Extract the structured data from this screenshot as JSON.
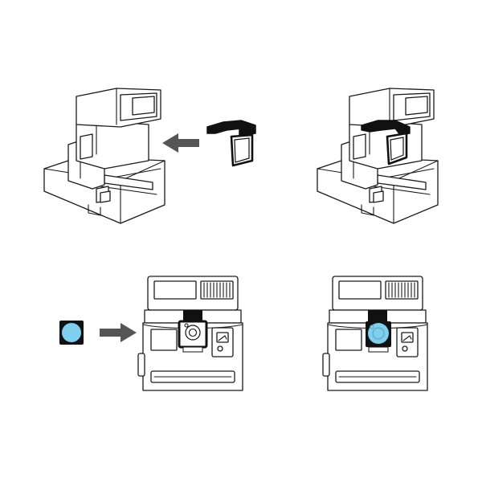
{
  "colors": {
    "background": "#ffffff",
    "line": "#1a1a1a",
    "arrow": "#555555",
    "filter_blue": "#7fd0f0",
    "accessory": "#111111"
  },
  "panels": [
    {
      "id": "step-1",
      "content": "camera-side-view",
      "with_part": "mount-bracket-detached",
      "arrow": "points-left"
    },
    {
      "id": "step-2",
      "content": "camera-side-view",
      "with_part": "mount-bracket-attached"
    },
    {
      "id": "step-3",
      "content": "camera-front-view",
      "with_part": "blue-filter-detached",
      "arrow": "points-right"
    },
    {
      "id": "step-4",
      "content": "camera-front-view",
      "with_part": "blue-filter-attached"
    }
  ]
}
